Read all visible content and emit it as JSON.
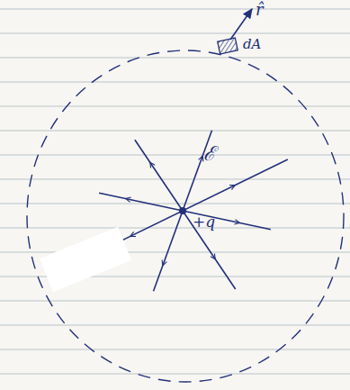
{
  "diagram": {
    "labels": [
      "r̂",
      "dA",
      "ℰ",
      "+q"
    ]
  }
}
